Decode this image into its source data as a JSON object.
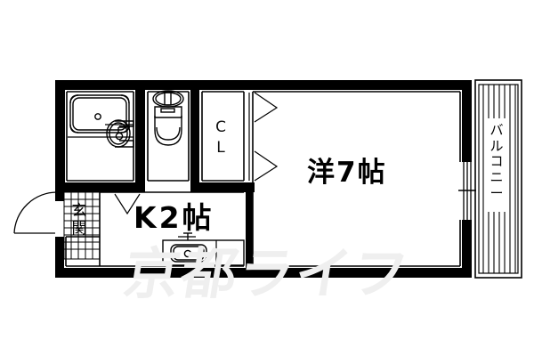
{
  "document": {
    "type": "floor-plan",
    "layout_code": "1K",
    "orientation": "landscape",
    "background_color": "#ffffff",
    "wall_color": "#000000",
    "watermark_color": "#efefef"
  },
  "watermark": {
    "text": "京都ライフ"
  },
  "rooms": [
    {
      "id": "western-room",
      "name": "洋7帖",
      "label": "洋7帖",
      "size_jo": 7,
      "type": "western-style-room"
    },
    {
      "id": "kitchen",
      "name": "K2帖",
      "label": "K2帖",
      "size_jo": 2,
      "type": "kitchen"
    },
    {
      "id": "entrance",
      "name": "玄関",
      "label": "玄関",
      "type": "entrance",
      "chars": [
        "玄",
        "関"
      ]
    },
    {
      "id": "balcony",
      "name": "バルコニー",
      "label": "バルコニー",
      "type": "balcony",
      "chars": [
        "バ",
        "ル",
        "コ",
        "ニ",
        "ー"
      ]
    },
    {
      "id": "closet",
      "name": "CL",
      "label": "CL",
      "type": "closet",
      "chars": [
        "C",
        "L"
      ]
    },
    {
      "id": "bathroom",
      "name": "浴室",
      "label": "",
      "type": "bath-with-washbasin"
    },
    {
      "id": "toilet",
      "name": "トイレ",
      "label": "",
      "type": "toilet"
    }
  ],
  "fixtures": [
    {
      "id": "bathtub",
      "name": "bathtub-icon"
    },
    {
      "id": "washbasin",
      "name": "washbasin-icon"
    },
    {
      "id": "toilet",
      "name": "toilet-icon"
    },
    {
      "id": "sink",
      "name": "kitchen-sink-icon"
    },
    {
      "id": "entry-door",
      "name": "entry-door-swing-icon"
    },
    {
      "id": "balcony-window",
      "name": "sliding-window-icon"
    },
    {
      "id": "closet-doors",
      "name": "folding-door-icon"
    },
    {
      "id": "bath-door",
      "name": "bath-door-swing-icon"
    }
  ]
}
